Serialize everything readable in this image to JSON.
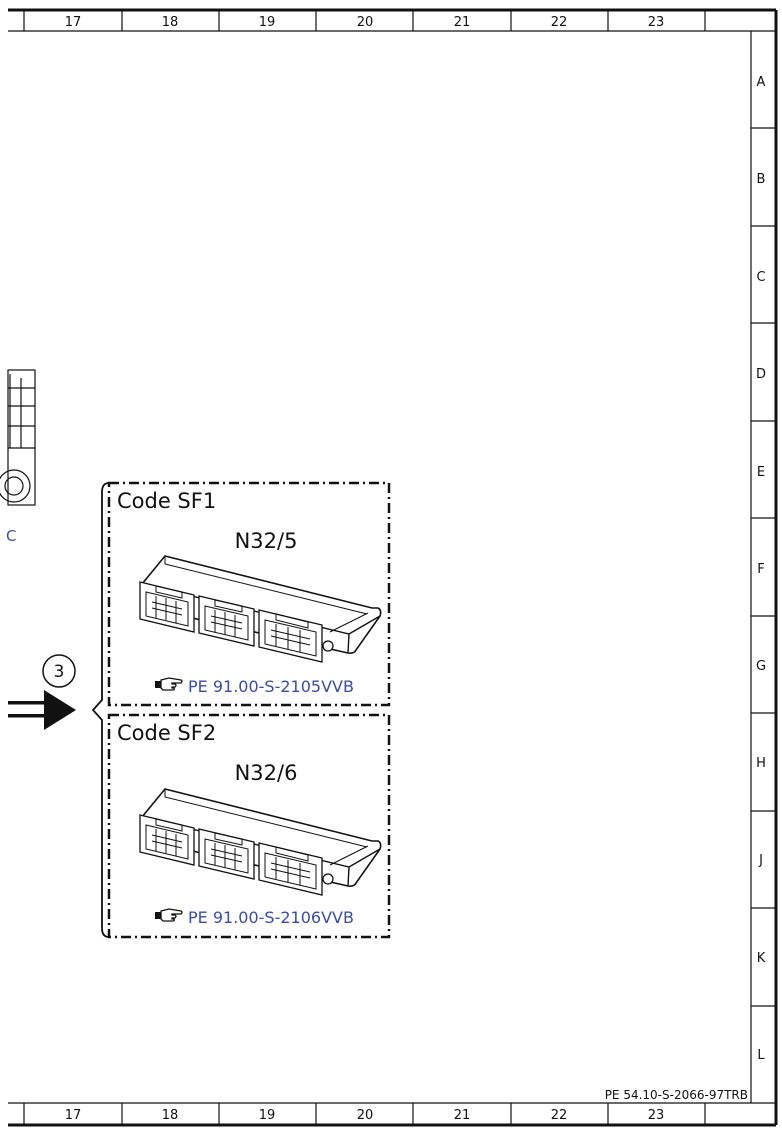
{
  "columns": [
    "17",
    "18",
    "19",
    "20",
    "21",
    "22",
    "23"
  ],
  "rows": [
    "A",
    "B",
    "C",
    "D",
    "E",
    "F",
    "G",
    "H",
    "J",
    "K",
    "L"
  ],
  "document_number": "PE 54.10-S-2066-97TRB",
  "callout_number": "3",
  "edge_fragment": "C",
  "modules": [
    {
      "code": "Code SF1",
      "part": "N32/5",
      "reference": "PE 91.00-S-2105VVB"
    },
    {
      "code": "Code SF2",
      "part": "N32/6",
      "reference": "PE 91.00-S-2106VVB"
    }
  ],
  "colors": {
    "line": "#111111",
    "reference_link": "#3c4d9b"
  },
  "icons": {
    "reference": "pointing-hand-icon",
    "arrow": "right-arrow-icon"
  }
}
